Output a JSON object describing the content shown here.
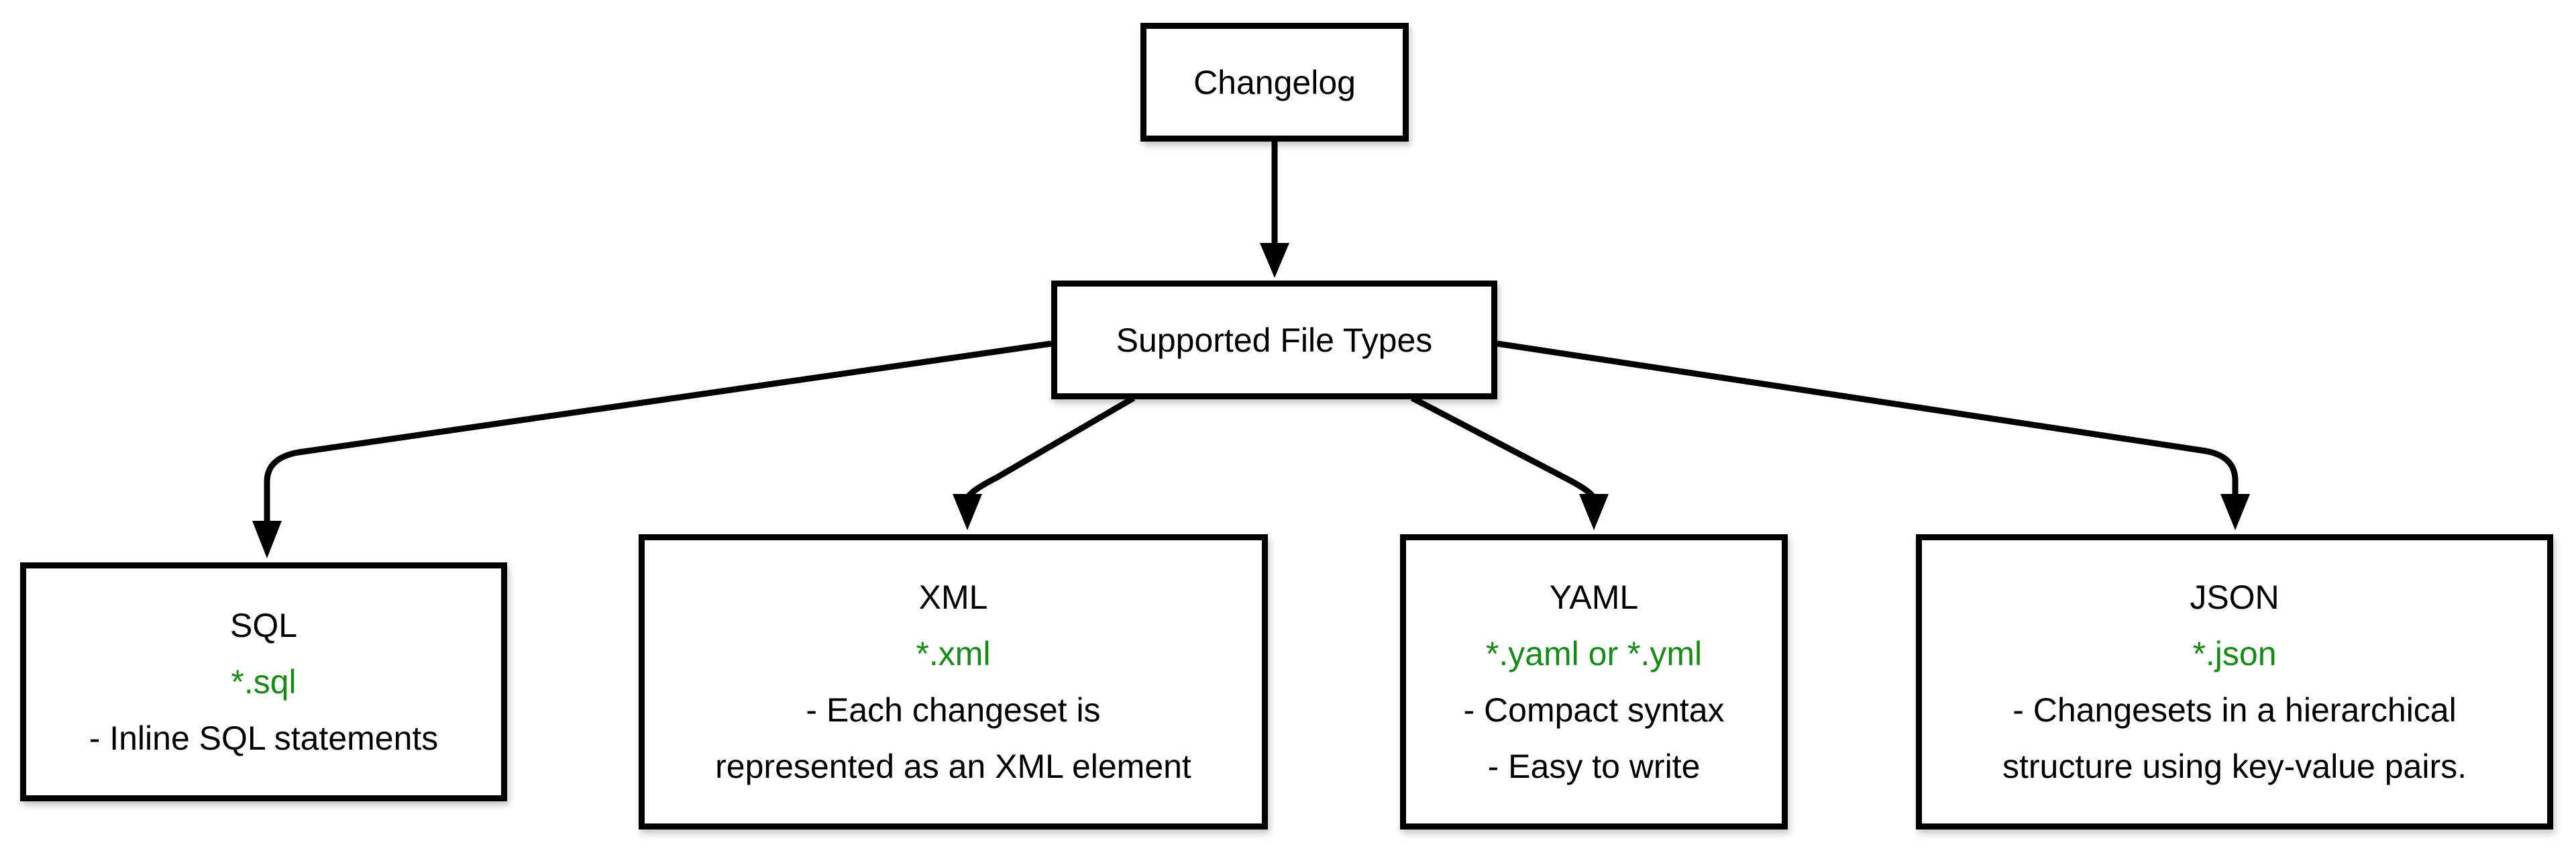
{
  "diagram": {
    "root": {
      "label": "Changelog"
    },
    "hub": {
      "label": "Supported File Types"
    },
    "colors": {
      "extension_green": "#168a16",
      "line_black": "#000000",
      "box_background": "#ffffff"
    },
    "nodes": [
      {
        "id": "sql",
        "title": "SQL",
        "extension": "*.sql",
        "description_lines": [
          "- Inline SQL statements"
        ]
      },
      {
        "id": "xml",
        "title": "XML",
        "extension": "*.xml",
        "description_lines": [
          "- Each changeset is",
          "represented as an XML element"
        ]
      },
      {
        "id": "yaml",
        "title": "YAML",
        "extension": "*.yaml or *.yml",
        "description_lines": [
          "- Compact syntax",
          "- Easy to write"
        ]
      },
      {
        "id": "json",
        "title": "JSON",
        "extension": "*.json",
        "description_lines": [
          "- Changesets in a hierarchical",
          "structure using key-value pairs."
        ]
      }
    ]
  }
}
